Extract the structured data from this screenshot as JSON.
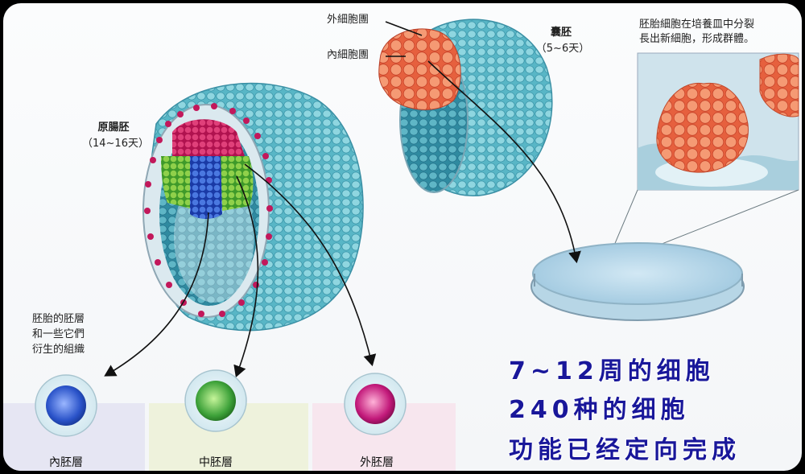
{
  "blastocyst": {
    "title": "囊胚",
    "days": "（5~6天）",
    "outer_mass": "外細胞團",
    "inner_mass": "內細胞團"
  },
  "gastrula": {
    "title": "原腸胚",
    "days": "（14~16天）"
  },
  "culture_note": [
    "胚胎細胞在培養皿中分裂",
    "長出新細胞，形成群體。"
  ],
  "germ_note": [
    "胚胎的胚層",
    "和一些它們",
    "衍生的組織"
  ],
  "germ_layers": [
    {
      "name": "內胚層",
      "color": "#2a53c9",
      "panel": "#e6e6f3"
    },
    {
      "name": "中胚層",
      "color": "#3ea23a",
      "panel": "#eef2dc"
    },
    {
      "name": "外胚層",
      "color": "#c2197a",
      "panel": "#f7e6ee"
    }
  ],
  "headline": [
    "7~12周的细胞",
    "240种的细胞",
    "功能已经定向完成"
  ]
}
